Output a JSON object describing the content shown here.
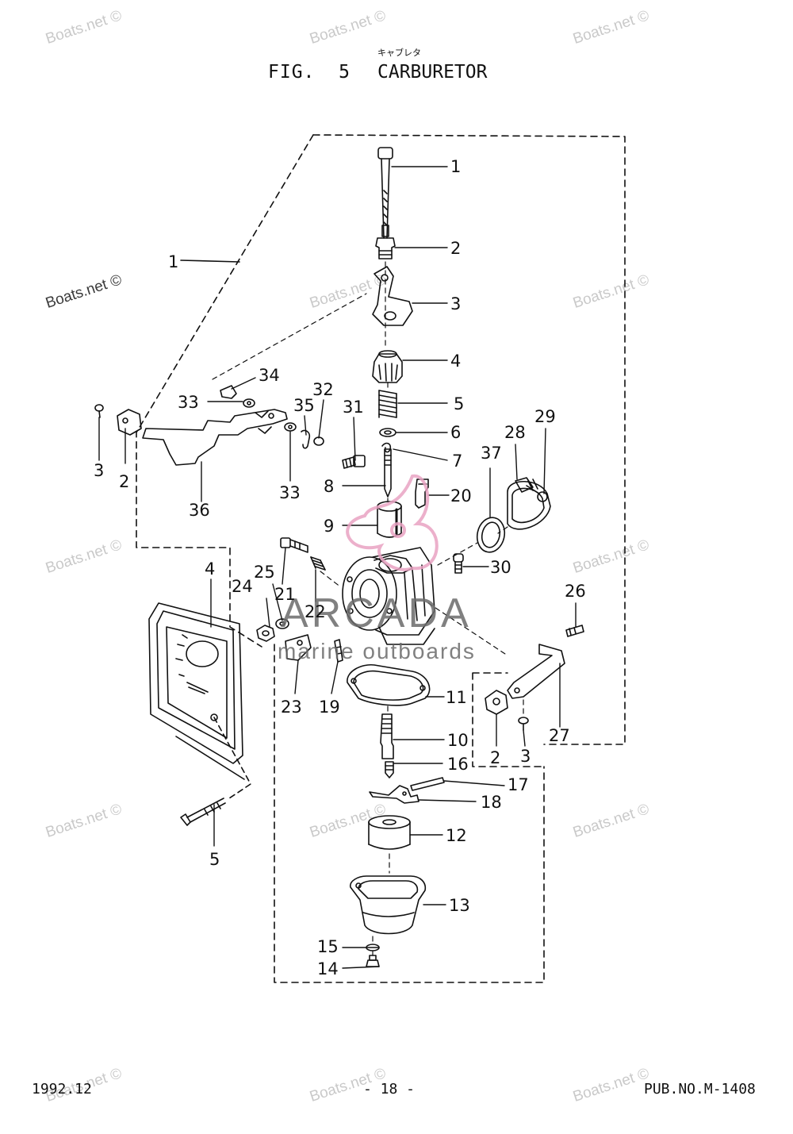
{
  "header": {
    "katakana": "キャブレタ",
    "figure_label": "FIG.  5",
    "figure_name": "CARBURETOR"
  },
  "watermarks": {
    "boats": "Boats.net ©",
    "brand_main": "ARCADA",
    "brand_sub": "marine outboards"
  },
  "callouts": {
    "c1": "1",
    "c2": "2",
    "c3": "3",
    "c4": "4",
    "c5": "5",
    "c6": "6",
    "c7": "7",
    "c8": "8",
    "c9": "9",
    "c10": "10",
    "c11": "11",
    "c12": "12",
    "c13": "13",
    "c14": "14",
    "c15": "15",
    "c16": "16",
    "c17": "17",
    "c18": "18",
    "c19": "19",
    "c20": "20",
    "c21": "21",
    "c22": "22",
    "c23": "23",
    "c24": "24",
    "c25": "25",
    "c26": "26",
    "c27": "27",
    "c28": "28",
    "c29": "29",
    "c30": "30",
    "c31": "31",
    "c32": "32",
    "c33": "33",
    "c34": "34",
    "c35": "35",
    "c36": "36",
    "c37": "37"
  },
  "footer": {
    "date": "1992.12",
    "page": "- 18 -",
    "pub_no": "PUB.NO.M-1408"
  },
  "colors": {
    "ink": "#111111",
    "watermark": "#c9c9c9",
    "logo_pink": "#e9a3c3",
    "logo_grey": "#6b6b6b"
  }
}
